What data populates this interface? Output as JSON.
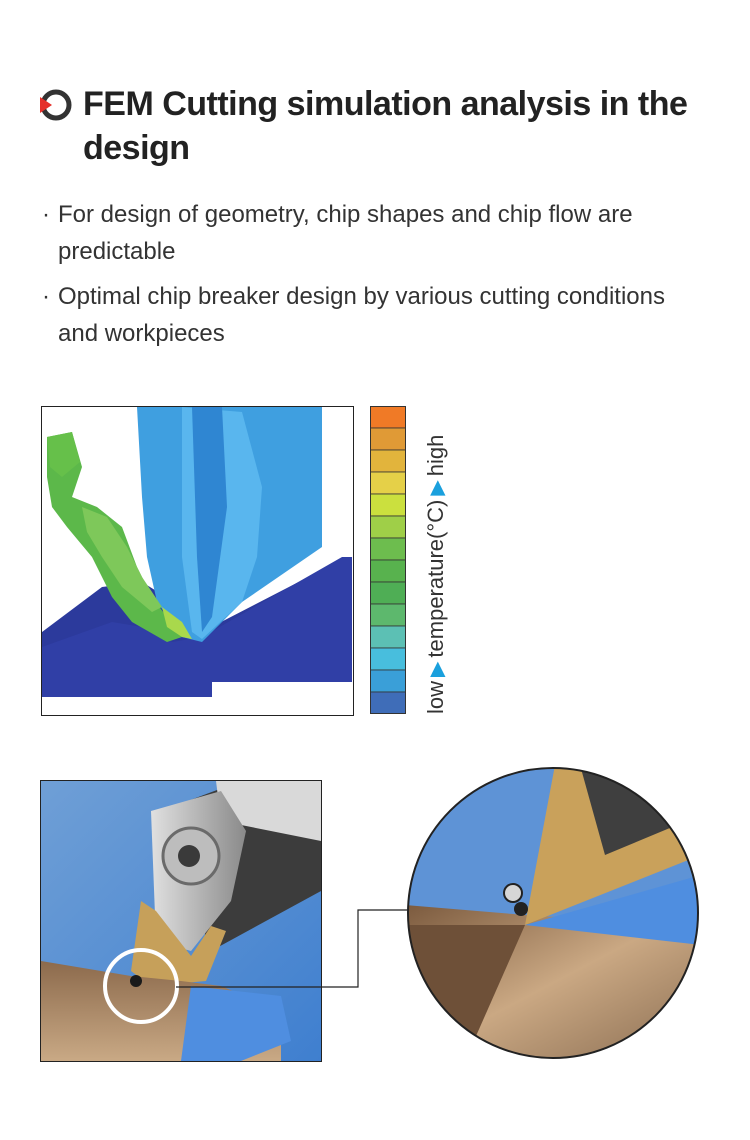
{
  "title": "FEM Cutting simulation analysis in the design",
  "bullets": [
    "For design of geometry, chip shapes and chip flow are predictable",
    "Optimal chip breaker design by various cutting conditions and workpieces"
  ],
  "bullet_marker": "·",
  "temperature_scale": {
    "low": "low",
    "label": "temperature(°C)",
    "high": "high",
    "colors": [
      "#f07a26",
      "#e09a36",
      "#e2b43c",
      "#e5d048",
      "#cbe03e",
      "#9fcf48",
      "#6dbd4e",
      "#58b24e",
      "#4fae55",
      "#5db86d",
      "#5cc0b4",
      "#48bedd",
      "#3a9fd8",
      "#3f6db8"
    ]
  },
  "icons": {
    "title": "target-arrow-icon"
  },
  "colors": {
    "accent": "#e5302a",
    "scale_arrow": "#1aa0dd"
  }
}
